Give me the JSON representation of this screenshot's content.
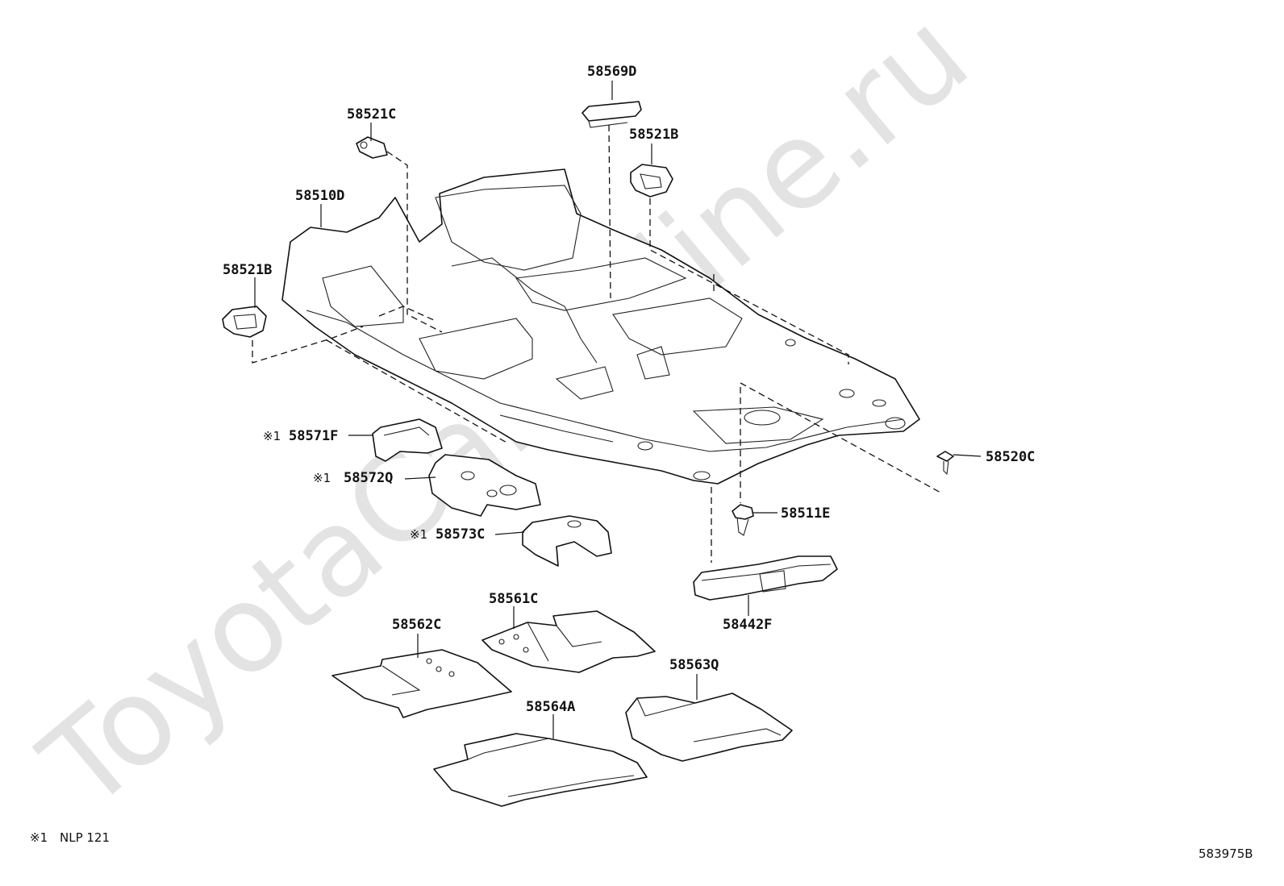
{
  "watermark": "ToyotaCarOnline.ru",
  "footnote": {
    "symbol": "※1",
    "text": "NLP 121"
  },
  "drawing_id": "583975B",
  "callouts": {
    "p58569D": "58569D",
    "p58521C": "58521C",
    "p58521B_top": "58521B",
    "p58510D": "58510D",
    "p58521B_left": "58521B",
    "p58571F": "58571F",
    "p58572Q": "58572Q",
    "p58573C": "58573C",
    "p58520C": "58520C",
    "p58511E": "58511E",
    "p58442F": "58442F",
    "p58561C": "58561C",
    "p58562C": "58562C",
    "p58563Q": "58563Q",
    "p58564A": "58564A"
  },
  "note_mark": "※1"
}
